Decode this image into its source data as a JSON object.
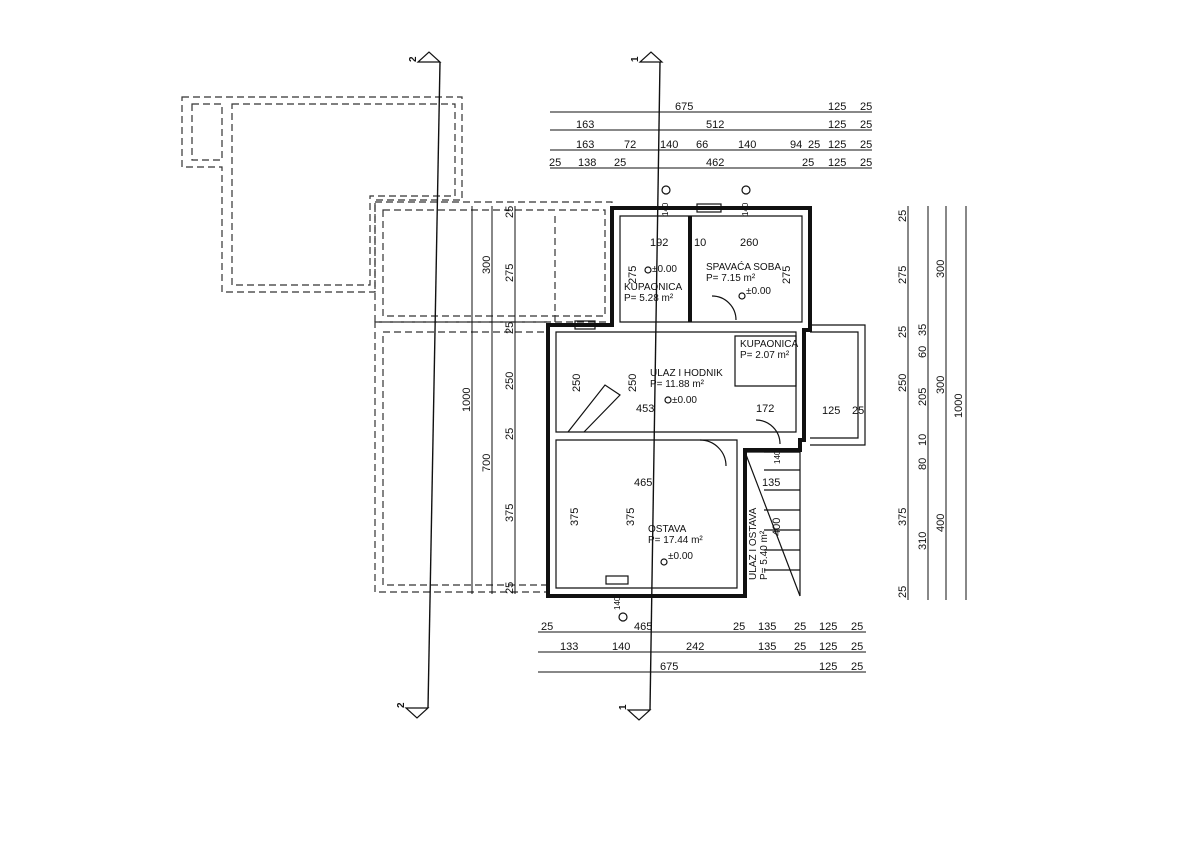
{
  "rooms": [
    {
      "name": "KUPAONICA",
      "area": "P= 5.28 m²",
      "level": "±0.00"
    },
    {
      "name": "SPAVAĆA SOBA",
      "area": "P= 7.15 m²",
      "level": "±0.00"
    },
    {
      "name": "KUPAONICA",
      "area": "P= 2.07 m²"
    },
    {
      "name": "ULAZ I HODNIK",
      "area": "P= 11.88 m²",
      "level": "±0.00"
    },
    {
      "name": "OSTAVA",
      "area": "P= 17.44 m²",
      "level": "±0.00"
    },
    {
      "name": "ULAZ I OSTAVA",
      "area": "P= 5.40 m²"
    }
  ],
  "sections": [
    "2",
    "1",
    "2",
    "1"
  ],
  "top_dims": {
    "row1": [
      "675",
      "125",
      "25"
    ],
    "row2": [
      "163",
      "512",
      "125",
      "25"
    ],
    "row3": [
      "163",
      "72",
      "140",
      "66",
      "140",
      "94",
      "25",
      "125",
      "25"
    ],
    "row4": [
      "25",
      "138",
      "25",
      "462",
      "25",
      "125",
      "25"
    ]
  },
  "bottom_dims": {
    "row1": [
      "25",
      "465",
      "25",
      "135",
      "25",
      "125",
      "25"
    ],
    "row2": [
      "133",
      "140",
      "242",
      "135",
      "25",
      "125",
      "25"
    ],
    "row3": [
      "675",
      "125",
      "25"
    ]
  },
  "left_dims": {
    "total": "1000",
    "mid": [
      "300",
      "700"
    ],
    "inner": [
      "25",
      "275",
      "25",
      "250",
      "25",
      "375",
      "25"
    ]
  },
  "right_dims": {
    "total": "1000",
    "mid": [
      "300",
      "300",
      "400"
    ],
    "inner": [
      "25",
      "275",
      "25",
      "60",
      "35",
      "250",
      "205",
      "10",
      "80",
      "375",
      "310",
      "25"
    ]
  },
  "interior_dims": [
    "192",
    "10",
    "260",
    "275",
    "275",
    "250",
    "250",
    "453",
    "172",
    "125",
    "25",
    "465",
    "135",
    "400",
    "375",
    "375"
  ],
  "window_labels": [
    "140",
    "140",
    "140",
    "140"
  ]
}
